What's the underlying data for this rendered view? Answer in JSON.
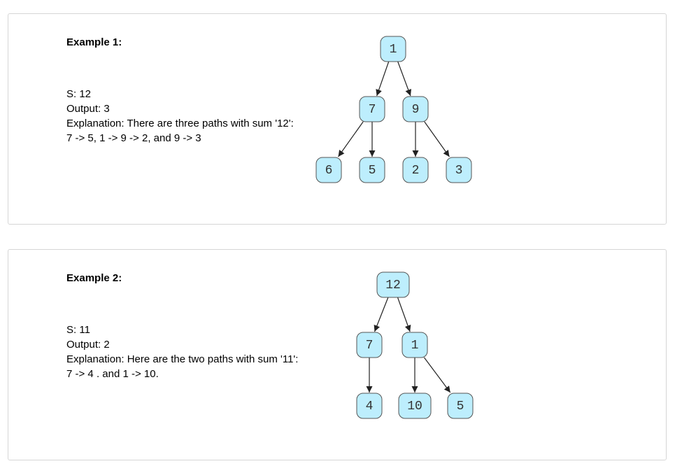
{
  "examples": [
    {
      "title": "Example 1:",
      "lines": [
        "S: 12",
        "Output: 3",
        "Explanation: There are three paths with sum '12':",
        "7 -> 5, 1 -> 9 -> 2, and 9 -> 3"
      ],
      "tree": {
        "nodes": [
          {
            "id": "a",
            "label": "1"
          },
          {
            "id": "b",
            "label": "7"
          },
          {
            "id": "c",
            "label": "9"
          },
          {
            "id": "d",
            "label": "6"
          },
          {
            "id": "e",
            "label": "5"
          },
          {
            "id": "f",
            "label": "2"
          },
          {
            "id": "g",
            "label": "3"
          }
        ],
        "edges": [
          [
            "a",
            "b"
          ],
          [
            "a",
            "c"
          ],
          [
            "b",
            "d"
          ],
          [
            "b",
            "e"
          ],
          [
            "c",
            "f"
          ],
          [
            "c",
            "g"
          ]
        ]
      }
    },
    {
      "title": "Example 2:",
      "lines": [
        "S: 11",
        "Output: 2",
        "Explanation: Here are the two paths with sum '11':",
        "7 -> 4 . and 1 -> 10."
      ],
      "tree": {
        "nodes": [
          {
            "id": "a",
            "label": "12"
          },
          {
            "id": "b",
            "label": "7"
          },
          {
            "id": "c",
            "label": "1"
          },
          {
            "id": "d",
            "label": "4"
          },
          {
            "id": "e",
            "label": "10"
          },
          {
            "id": "f",
            "label": "5"
          }
        ],
        "edges": [
          [
            "a",
            "b"
          ],
          [
            "a",
            "c"
          ],
          [
            "b",
            "d"
          ],
          [
            "c",
            "e"
          ],
          [
            "c",
            "f"
          ]
        ]
      }
    }
  ]
}
